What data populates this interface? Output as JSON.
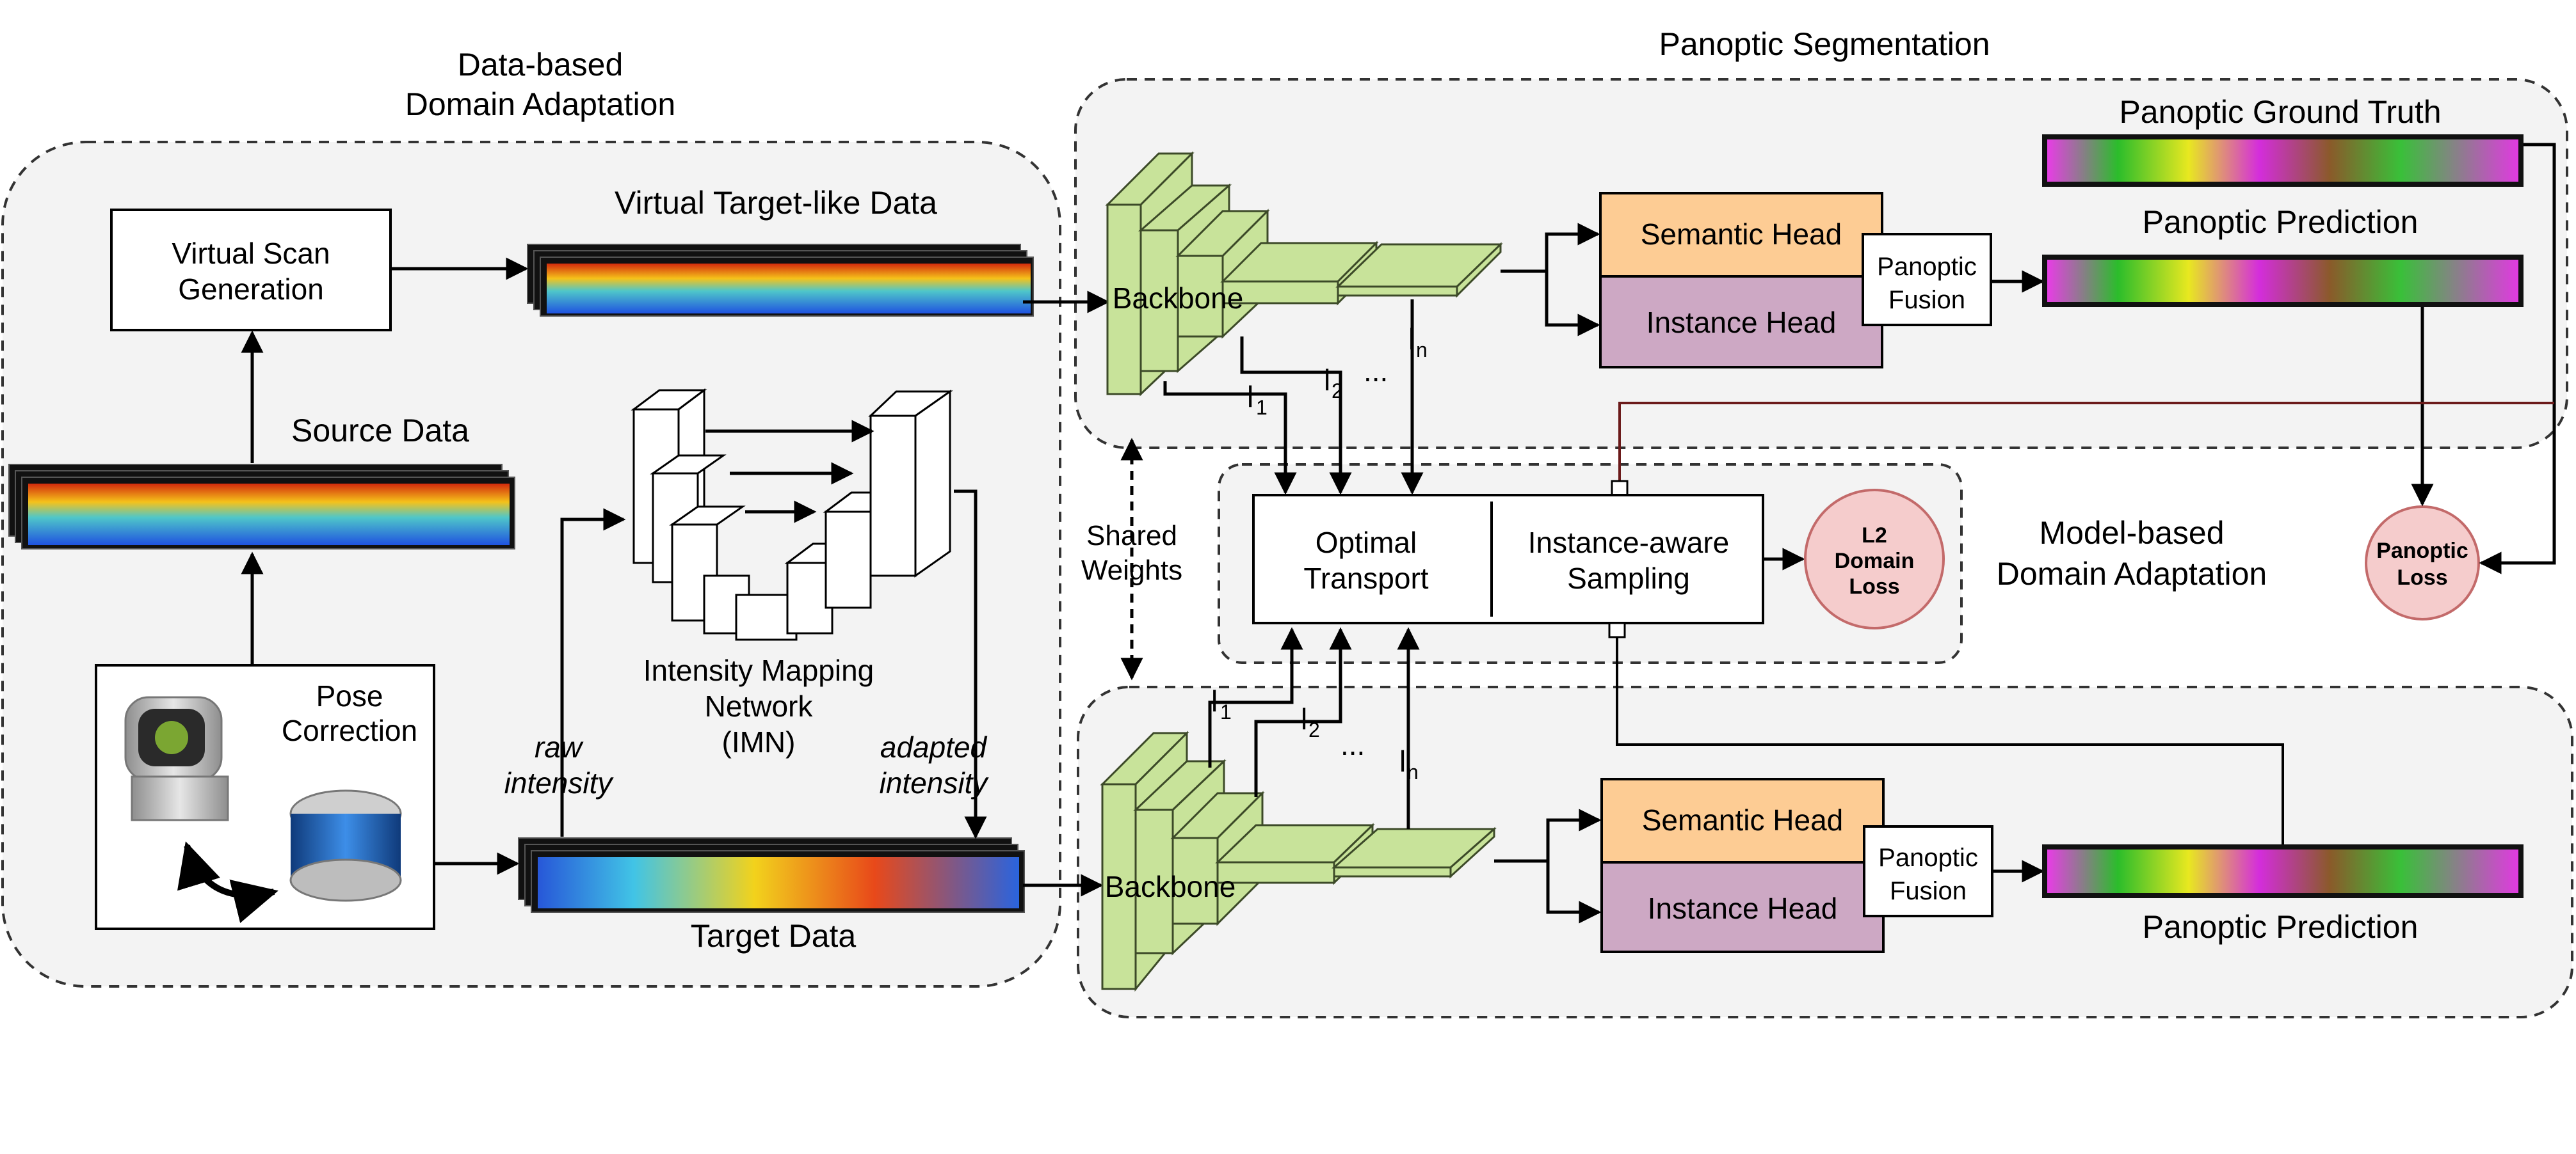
{
  "sections": {
    "data_based": [
      "Data-based",
      "Domain Adaptation"
    ],
    "panoptic_segmentation": "Panoptic Segmentation",
    "model_based": [
      "Model-based",
      "Domain Adaptation"
    ]
  },
  "labels": {
    "virtual_target_like": "Virtual Target-like Data",
    "virtual_scan": [
      "Virtual Scan",
      "Generation"
    ],
    "source_data": "Source Data",
    "pose_correction": [
      "Pose",
      "Correction"
    ],
    "target_data": "Target Data",
    "raw_intensity": [
      "raw",
      "intensity"
    ],
    "adapted_intensity": [
      "adapted",
      "intensity"
    ],
    "imn": [
      "Intensity Mapping",
      "Network",
      "(IMN)"
    ],
    "shared_weights": [
      "Shared",
      "Weights"
    ],
    "backbone": "Backbone",
    "semantic_head": "Semantic Head",
    "instance_head": "Instance Head",
    "panoptic_fusion": [
      "Panoptic",
      "Fusion"
    ],
    "panoptic_ground_truth": "Panoptic Ground Truth",
    "panoptic_prediction": "Panoptic Prediction",
    "optimal_transport": [
      "Optimal",
      "Transport"
    ],
    "instance_sampling": [
      "Instance-aware",
      "Sampling"
    ],
    "l2_loss": [
      "L2",
      "Domain",
      "Loss"
    ],
    "panoptic_loss": [
      "Panoptic",
      "Loss"
    ],
    "layer_l": "l",
    "sub_1": "1",
    "sub_2": "2",
    "sub_n": "n",
    "dots": "..."
  },
  "colors": {
    "backbone_fill": "#c8e39a",
    "backbone_stroke": "#3c4a28",
    "semantic_head": "#fdcc94",
    "instance_head": "#cda8c4",
    "loss_fill": "#f5cccc",
    "loss_stroke": "#c36a6a",
    "region_fill": "#f3f3f3",
    "connector": "#6b1a1a"
  }
}
